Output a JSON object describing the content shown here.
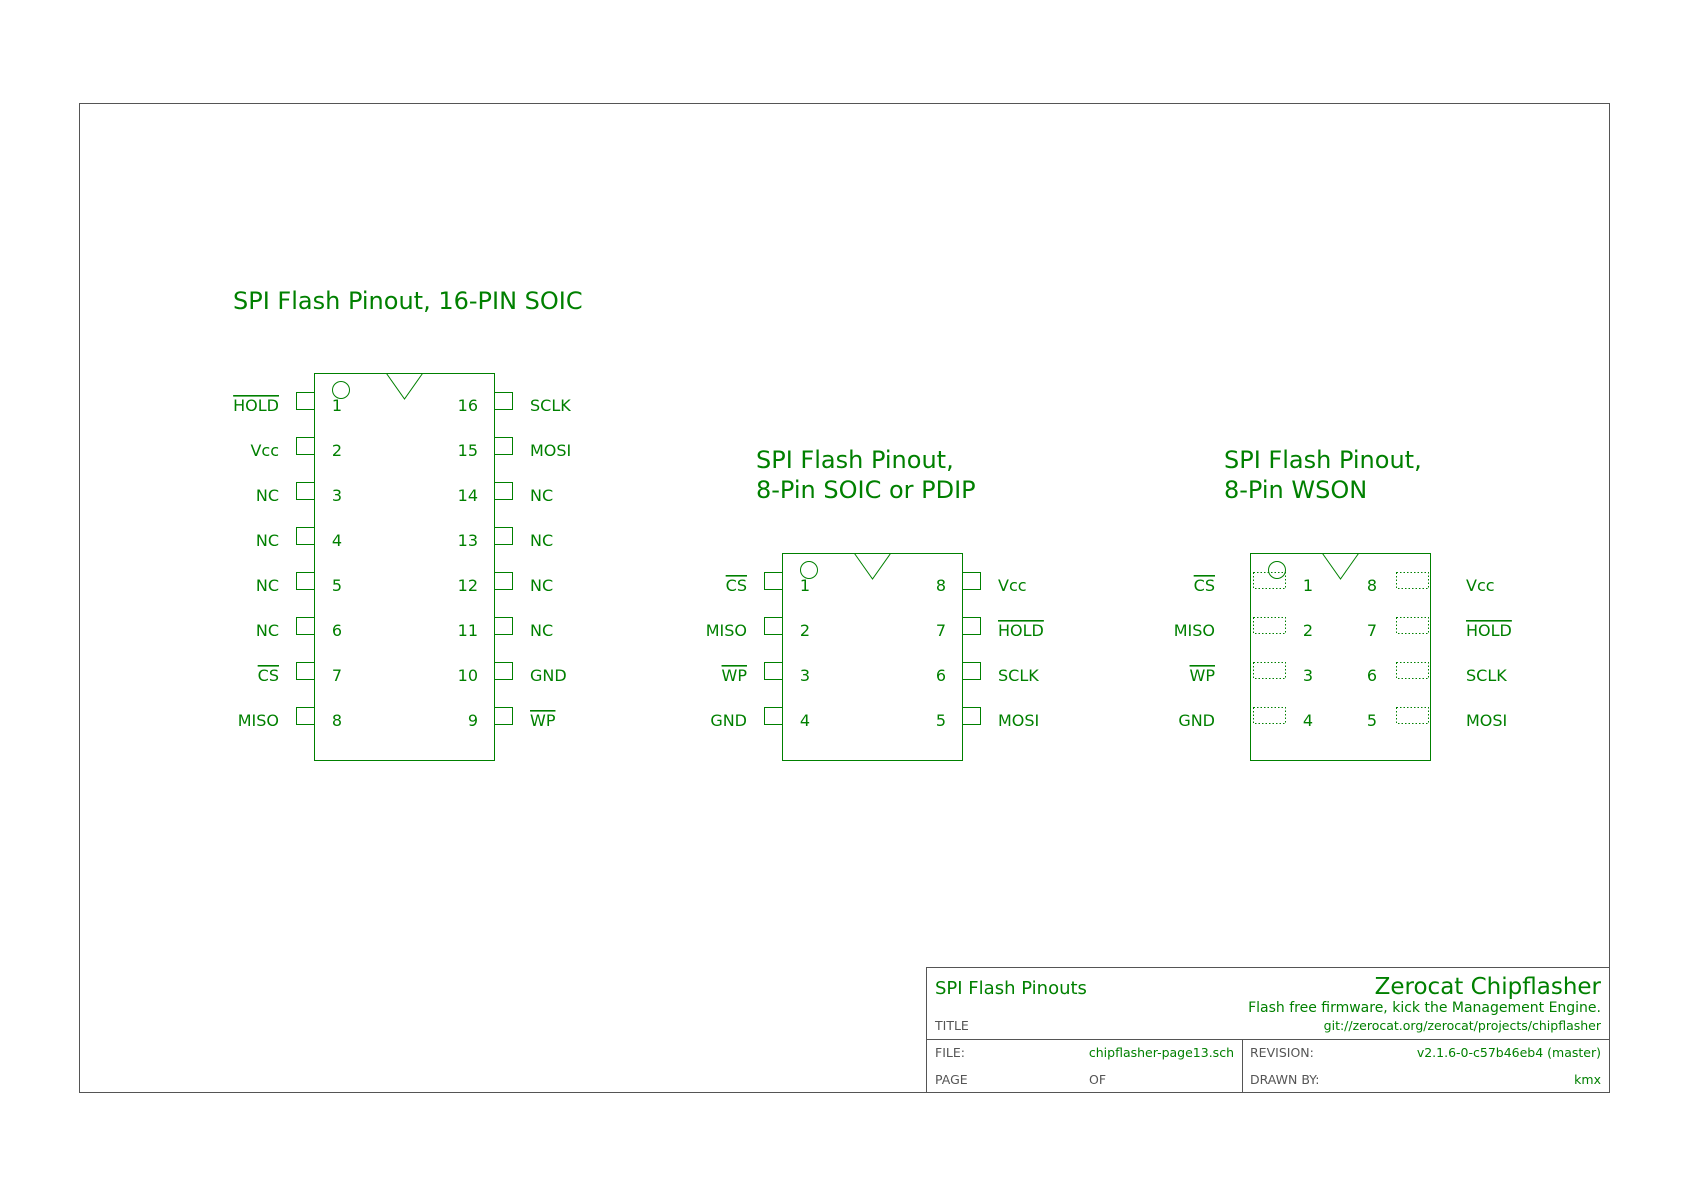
{
  "colors": {
    "schematic": "#008000",
    "frame": "#555555",
    "label_gray": "#555555"
  },
  "diagrams": [
    {
      "id": "soic16",
      "title": [
        "SPI Flash Pinout, 16-PIN SOIC"
      ],
      "pad_style": "solid",
      "left_pins": [
        {
          "name": "HOLD",
          "overline": true,
          "num": "1"
        },
        {
          "name": "Vcc",
          "overline": false,
          "num": "2"
        },
        {
          "name": "NC",
          "overline": false,
          "num": "3"
        },
        {
          "name": "NC",
          "overline": false,
          "num": "4"
        },
        {
          "name": "NC",
          "overline": false,
          "num": "5"
        },
        {
          "name": "NC",
          "overline": false,
          "num": "6"
        },
        {
          "name": "CS",
          "overline": true,
          "num": "7"
        },
        {
          "name": "MISO",
          "overline": false,
          "num": "8"
        }
      ],
      "right_pins": [
        {
          "name": "SCLK",
          "overline": false,
          "num": "16"
        },
        {
          "name": "MOSI",
          "overline": false,
          "num": "15"
        },
        {
          "name": "NC",
          "overline": false,
          "num": "14"
        },
        {
          "name": "NC",
          "overline": false,
          "num": "13"
        },
        {
          "name": "NC",
          "overline": false,
          "num": "12"
        },
        {
          "name": "NC",
          "overline": false,
          "num": "11"
        },
        {
          "name": "GND",
          "overline": false,
          "num": "10"
        },
        {
          "name": "WP",
          "overline": true,
          "num": "9"
        }
      ]
    },
    {
      "id": "soic8",
      "title": [
        "SPI Flash Pinout,",
        "8-Pin SOIC or PDIP"
      ],
      "pad_style": "solid",
      "left_pins": [
        {
          "name": "CS",
          "overline": true,
          "num": "1"
        },
        {
          "name": "MISO",
          "overline": false,
          "num": "2"
        },
        {
          "name": "WP",
          "overline": true,
          "num": "3"
        },
        {
          "name": "GND",
          "overline": false,
          "num": "4"
        }
      ],
      "right_pins": [
        {
          "name": "Vcc",
          "overline": false,
          "num": "8"
        },
        {
          "name": "HOLD",
          "overline": true,
          "num": "7"
        },
        {
          "name": "SCLK",
          "overline": false,
          "num": "6"
        },
        {
          "name": "MOSI",
          "overline": false,
          "num": "5"
        }
      ]
    },
    {
      "id": "wson8",
      "title": [
        "SPI Flash Pinout,",
        "8-Pin WSON"
      ],
      "pad_style": "dotted",
      "left_pins": [
        {
          "name": "CS",
          "overline": true,
          "num": "1"
        },
        {
          "name": "MISO",
          "overline": false,
          "num": "2"
        },
        {
          "name": "WP",
          "overline": true,
          "num": "3"
        },
        {
          "name": "GND",
          "overline": false,
          "num": "4"
        }
      ],
      "right_pins": [
        {
          "name": "Vcc",
          "overline": false,
          "num": "8"
        },
        {
          "name": "HOLD",
          "overline": true,
          "num": "7"
        },
        {
          "name": "SCLK",
          "overline": false,
          "num": "6"
        },
        {
          "name": "MOSI",
          "overline": false,
          "num": "5"
        }
      ]
    }
  ],
  "title_block": {
    "sheet_title": "SPI Flash Pinouts",
    "title_label": "TITLE",
    "project_name": "Zerocat Chipflasher",
    "tagline": "Flash free firmware, kick the Management Engine.",
    "repo_url": "git://zerocat.org/zerocat/projects/chipflasher",
    "file_label": "FILE:",
    "file_value": "chipflasher-page13.sch",
    "revision_label": "REVISION:",
    "revision_value": "v2.1.6-0-c57b46eb4 (master)",
    "page_label": "PAGE",
    "of_label": "OF",
    "drawn_by_label": "DRAWN BY:",
    "drawn_by_value": "kmx"
  }
}
